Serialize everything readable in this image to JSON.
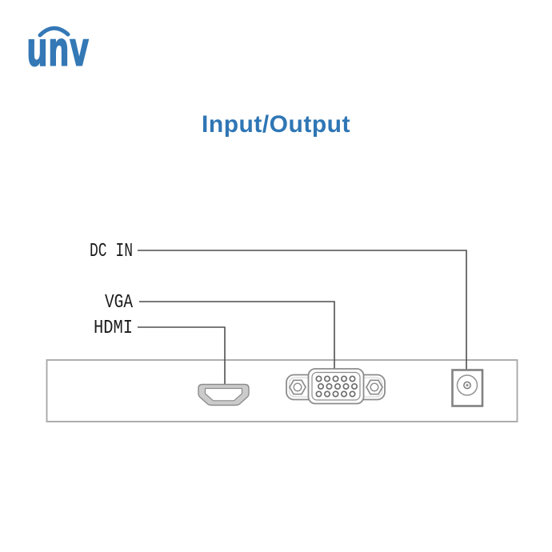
{
  "logo": {
    "text": "unv",
    "color": "#3478b6",
    "arc_icon": "logo-swoosh-arc"
  },
  "title": {
    "text": "Input/Output",
    "color": "#2f76b5"
  },
  "diagram": {
    "labels": {
      "dc_in": "DC IN",
      "vga": "VGA",
      "hdmi": "HDMI"
    },
    "ports": [
      {
        "icon": "hdmi-port",
        "label": "HDMI"
      },
      {
        "icon": "vga-port",
        "label": "VGA"
      },
      {
        "icon": "dc-power-jack",
        "label": "DC IN"
      }
    ],
    "colors": {
      "leader_line": "#4f4f4f",
      "label_text": "#1c1c1c",
      "connector_outline": "#8c8c8c",
      "panel_outline": "#a6a6a6"
    }
  }
}
